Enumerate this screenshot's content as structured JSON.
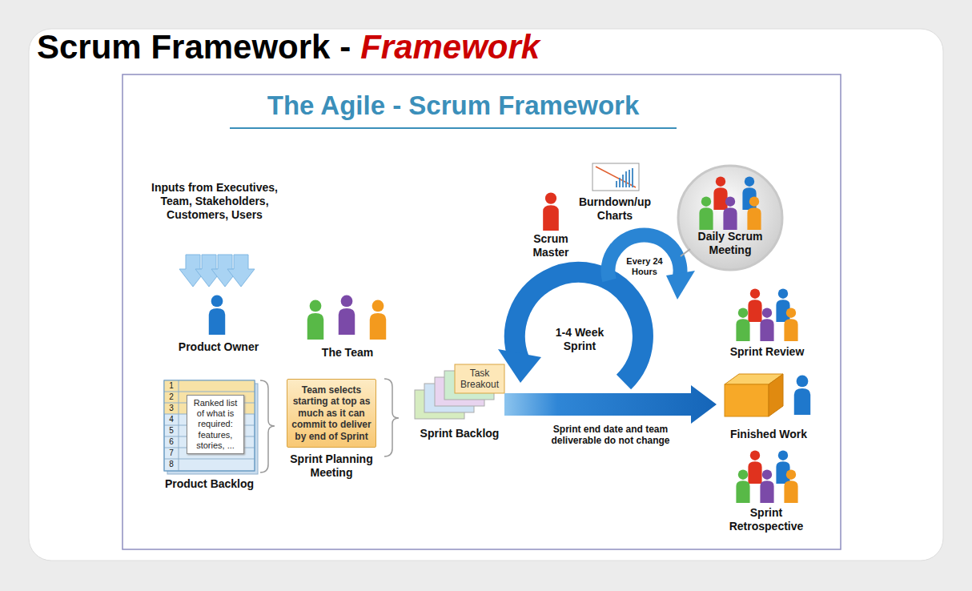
{
  "diagram": {
    "title": "The Agile - Scrum Framework",
    "nodes": [
      {
        "text": [
          "Product Backlog"
        ]
      },
      {
        "text": [
          "Ranked list of what is required: features, stories, ..."
        ],
        "in": 0
      },
      {
        "text": [
          "Team selects starting at top as much as it can commit to deliver by end of Sprint",
          "Sprint Planning Meeting"
        ]
      },
      {
        "text": [
          "Task Breakout",
          "Sprint Backlog"
        ]
      },
      {
        "text": [
          "Daily Scrum Meeting"
        ]
      },
      {
        "text": [
          "Finished Work"
        ]
      }
    ],
    "edges": [
      {
        "from": 3,
        "to": 5,
        "label": "Sprint end date and team deliverable do not change",
        "arrow": "to"
      }
    ],
    "labels": [
      "Scrum Framework -",
      "Framework",
      "Inputs from Executives, Team, Stakeholders, Customers, Users",
      "Product Owner",
      "The Team",
      "Scrum Master",
      "Burndown/up Charts",
      "Every 24 Hours",
      "1-4 Week Sprint",
      "Sprint Review",
      "Sprint Retrospective",
      "1",
      "2",
      "3",
      "4",
      "5",
      "6",
      "7",
      "8"
    ]
  }
}
